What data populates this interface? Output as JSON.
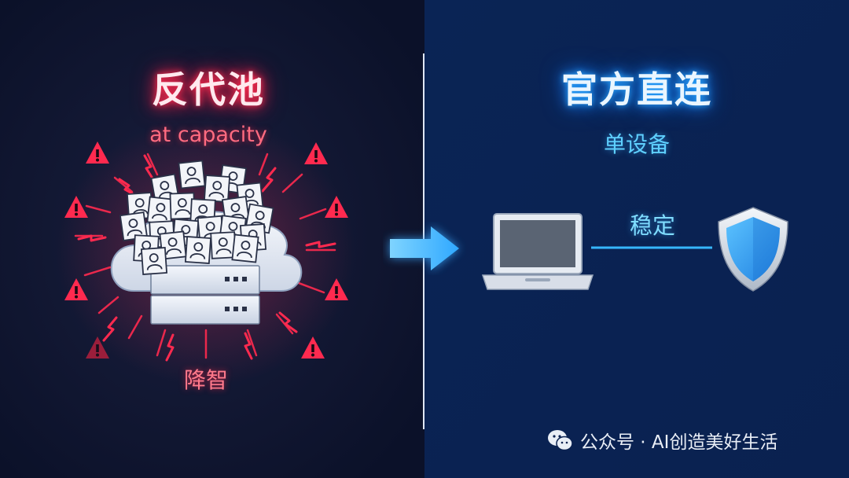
{
  "left_panel": {
    "title": "反代池",
    "status": "at capacity",
    "bottom_label": "降智"
  },
  "right_panel": {
    "title": "官方直连",
    "subtitle": "单设备",
    "link_label": "稳定"
  },
  "icons": {
    "warning": "warning-triangle-icon",
    "lightning": "lightning-bolt-icon",
    "user_card": "user-card-icon",
    "server": "server-icon",
    "cloud": "cloud-icon",
    "arrow": "arrow-right-icon",
    "laptop": "laptop-icon",
    "shield": "shield-icon",
    "wechat": "wechat-icon"
  },
  "colors": {
    "left_bg": "#0f1733",
    "right_bg": "#0b2556",
    "danger": "#ff2a4f",
    "accent": "#36b6ff"
  },
  "watermark": {
    "text": "公众号 · AI创造美好生活"
  }
}
